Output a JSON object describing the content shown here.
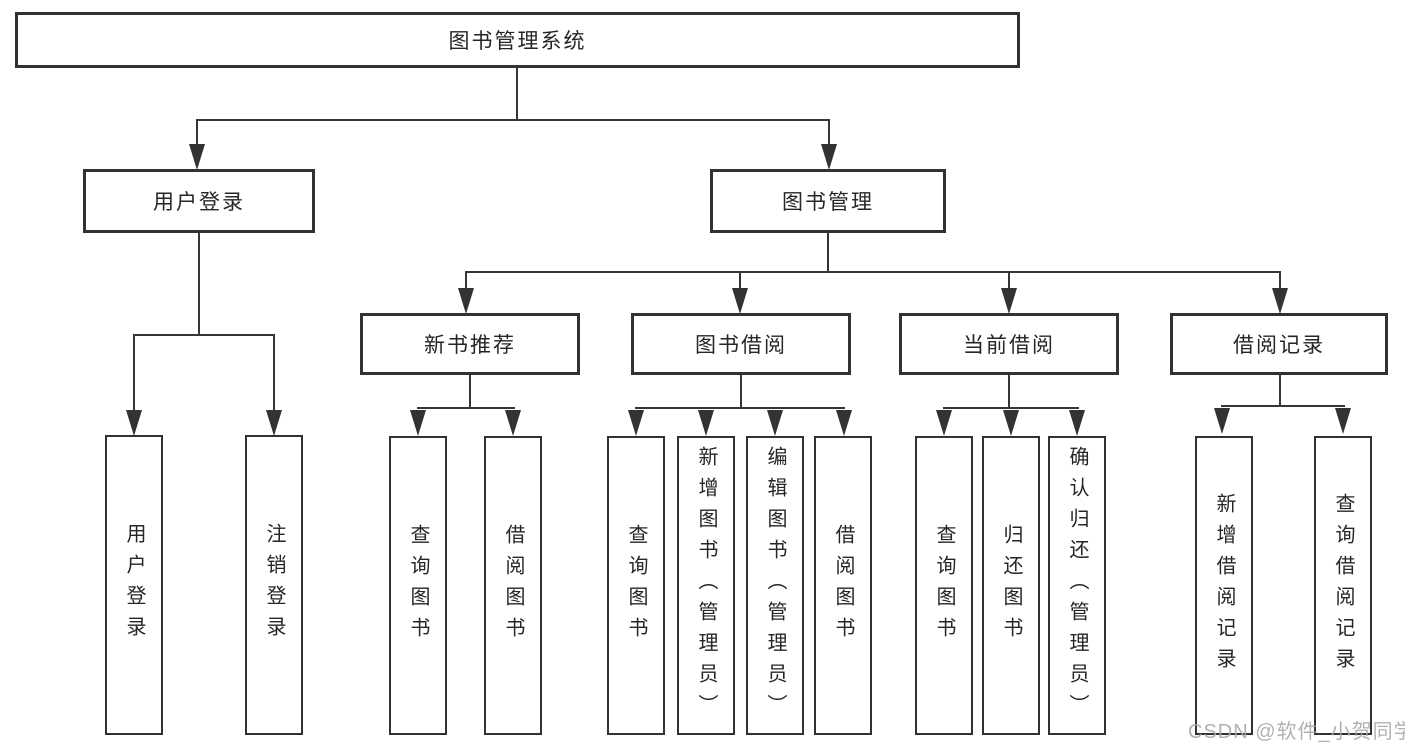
{
  "diagram": {
    "root": "图书管理系统",
    "branches": [
      {
        "label": "用户登录",
        "children": [
          "用户登录",
          "注销登录"
        ]
      },
      {
        "label": "图书管理"
      }
    ],
    "modules": [
      {
        "label": "新书推荐",
        "children": [
          "查询图书",
          "借阅图书"
        ]
      },
      {
        "label": "图书借阅",
        "children": [
          "查询图书",
          "新增图书（管理员）",
          "编辑图书（管理员）",
          "借阅图书"
        ]
      },
      {
        "label": "当前借阅",
        "children": [
          "查询图书",
          "归还图书",
          "确认归还（管理员）"
        ]
      },
      {
        "label": "借阅记录",
        "children": [
          "新增借阅记录",
          "查询借阅记录"
        ]
      }
    ]
  },
  "watermark": "CSDN @软件_小贺同学",
  "colors": {
    "line": "#363636",
    "border": "#323232",
    "text": "#262626",
    "watermark": "#a8a8a8",
    "background": "#ffffff"
  }
}
